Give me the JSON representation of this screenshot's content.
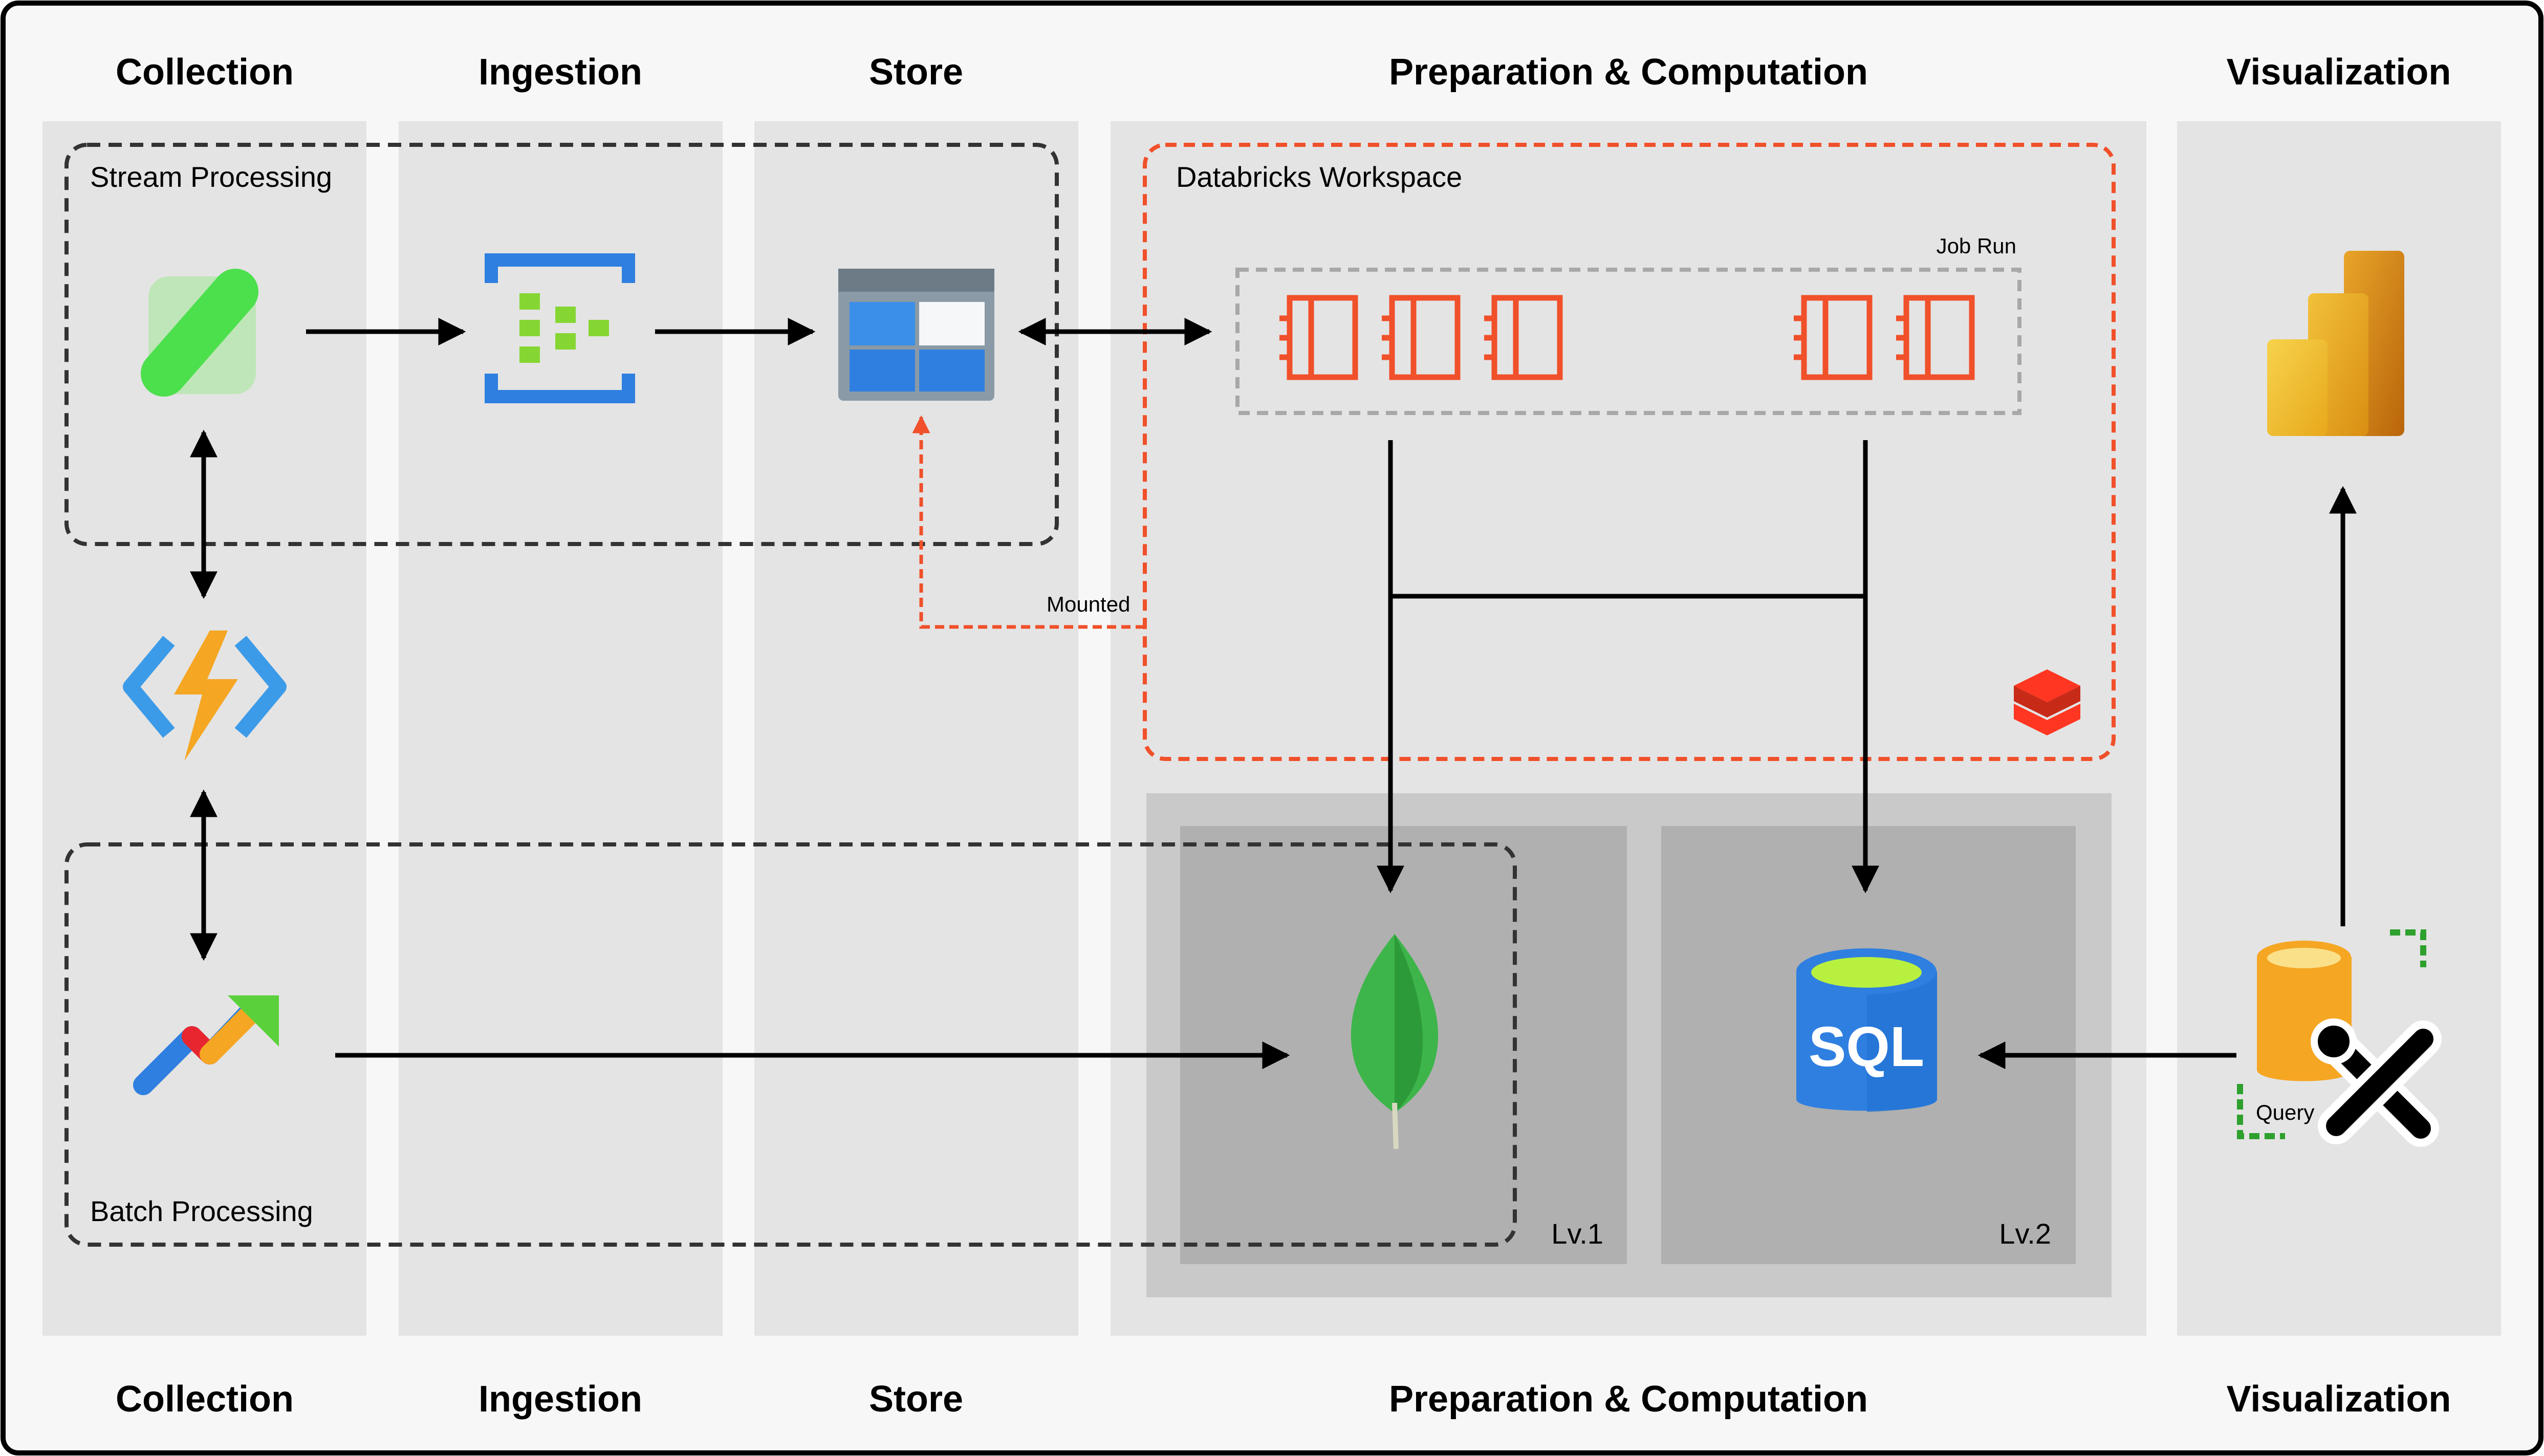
{
  "headers": {
    "collection": "Collection",
    "ingestion": "Ingestion",
    "store": "Store",
    "preparation": "Preparation & Computation",
    "visualization": "Visualization"
  },
  "groups": {
    "stream": "Stream Processing",
    "batch": "Batch Processing",
    "databricks": "Databricks Workspace",
    "job_run": "Job Run"
  },
  "labels": {
    "mounted": "Mounted",
    "lv1": "Lv.1",
    "lv2": "Lv.2",
    "query": "Query",
    "sql": "SQL"
  },
  "icons": [
    "stream-source-icon",
    "event-hub-icon",
    "blob-storage-icon",
    "notebook-icon",
    "azure-functions-icon",
    "data-factory-icon",
    "mongodb-icon",
    "sql-database-icon",
    "power-bi-icon",
    "query-tool-icon",
    "databricks-icon"
  ],
  "colors": {
    "lane": "#e4e4e4",
    "lv_panel": "#c9c9c9",
    "lv_box": "#b0b0b0",
    "databricks_accent": "#f0502a",
    "dashed_group": "#333333",
    "job_run_border": "#a8a8a8",
    "query_accent": "#2ea02e"
  }
}
